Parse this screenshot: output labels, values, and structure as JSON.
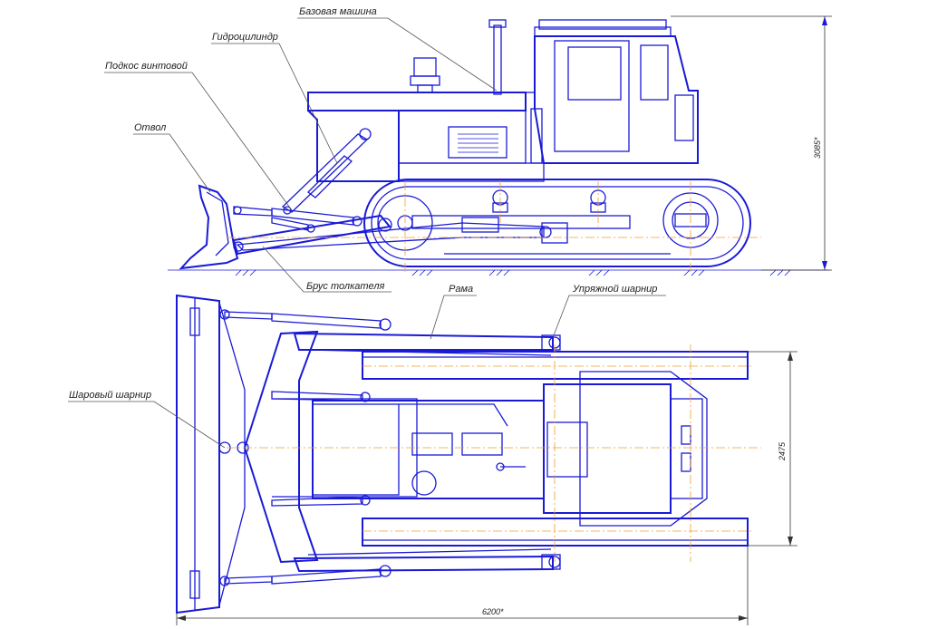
{
  "labels": {
    "base_machine": "Базовая машина",
    "hydraulic_cylinder": "Гидроцилиндр",
    "screw_brace": "Подкос винтовой",
    "blade": "Отвол",
    "push_beam": "Брус толкателя",
    "frame": "Рама",
    "hitch_joint": "Упряжной шарнир",
    "ball_joint": "Шаровый шарнир"
  },
  "dimensions": {
    "height": "3085*",
    "width": "2475",
    "length": "6200*"
  },
  "colors": {
    "line": "#1a1ad6",
    "axis": "#f0a030",
    "text": "#222222"
  }
}
